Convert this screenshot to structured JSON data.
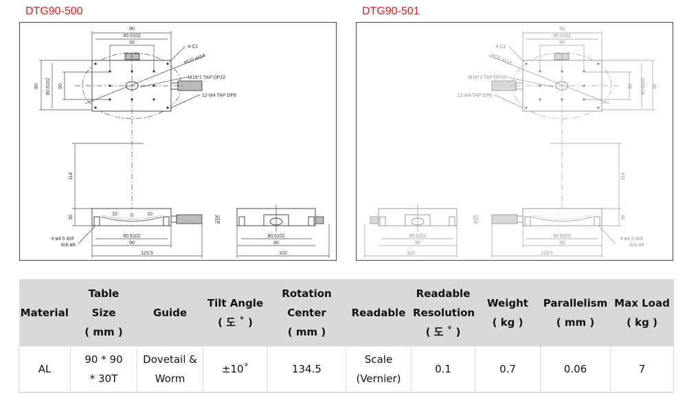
{
  "models": [
    {
      "name": "DTG90-500"
    },
    {
      "name": "DTG90-501"
    }
  ],
  "drawing_labels": {
    "w90": "90",
    "w806": "80.6102",
    "w50": "50",
    "c1": "4-C1",
    "pcd": "PCD ø114",
    "m16": "M16*1 TAP DP10",
    "m4": "12-M4 TAP DP8",
    "h114": "114",
    "h30": "30",
    "d15": "ø15",
    "drill": "4-ø4.5 drill",
    "dcb": "dcb ø8",
    "w1235": "123.5",
    "w102": "102",
    "s10": "10",
    "s0": "0"
  },
  "table": {
    "headers": [
      [
        "Material"
      ],
      [
        "Table",
        "Size",
        "( mm )"
      ],
      [
        "Guide"
      ],
      [
        "Tilt Angle",
        "( 도 ˚ )"
      ],
      [
        "Rotation",
        "Center",
        "( mm )"
      ],
      [
        "Readable"
      ],
      [
        "Readable",
        "Resolution",
        "( 도 ˚ )"
      ],
      [
        "Weight",
        "( kg )"
      ],
      [
        "Parallelism",
        "( mm )"
      ],
      [
        "Max Load",
        "( kg )"
      ]
    ],
    "row": [
      [
        "AL"
      ],
      [
        "90 * 90",
        "* 30T"
      ],
      [
        "Dovetail &",
        "Worm"
      ],
      [
        "±10˚"
      ],
      [
        "134.5"
      ],
      [
        "Scale",
        "(Vernier)"
      ],
      [
        "0.1"
      ],
      [
        "0.7"
      ],
      [
        "0.06"
      ],
      [
        "7"
      ]
    ]
  }
}
